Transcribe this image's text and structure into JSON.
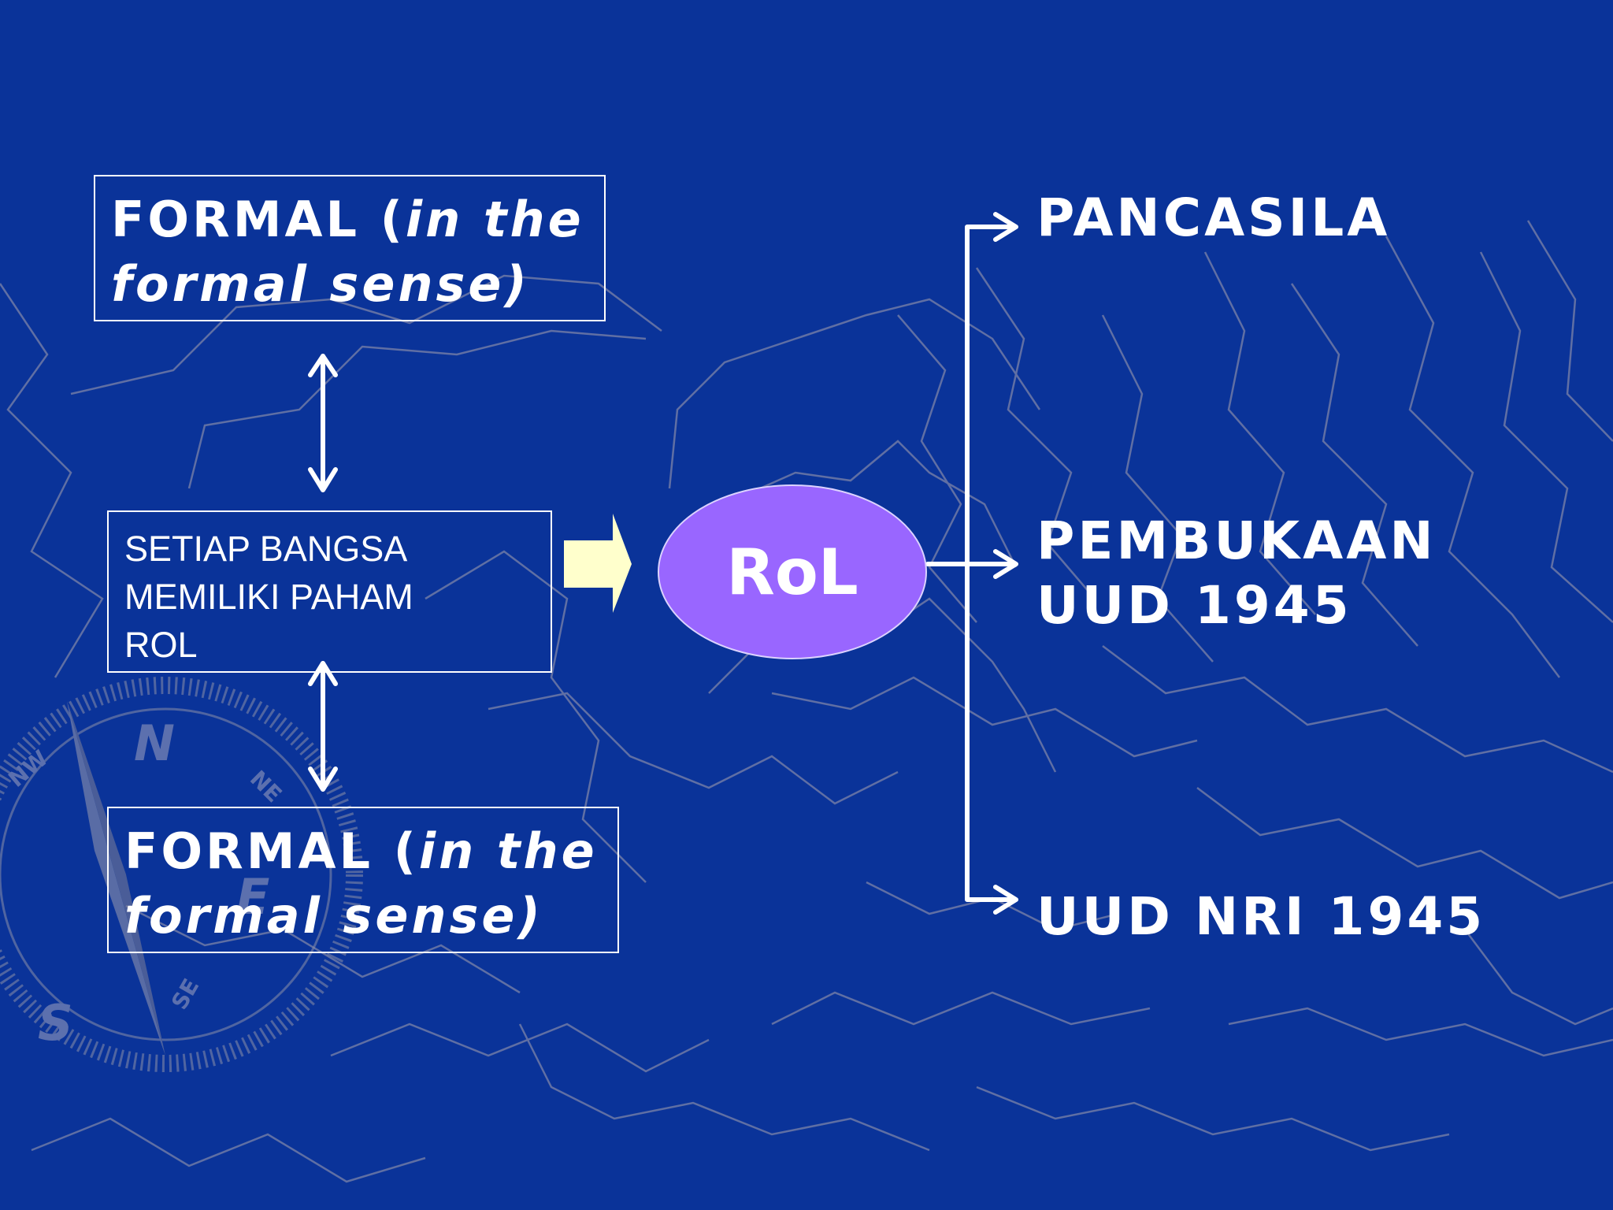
{
  "colors": {
    "background": "#0a3399",
    "contour_lines": "#6f7aa6",
    "ellipse_fill": "#9966ff",
    "block_arrow_fill": "#ffffcc",
    "text": "#ffffff"
  },
  "boxes": {
    "top": {
      "line1_normal": "FORMAL (",
      "line1_italic": "in the",
      "line2_italic": "formal sense)"
    },
    "middle": {
      "line1": "SETIAP BANGSA",
      "line2": "MEMILIKI PAHAM",
      "line3": "ROL"
    },
    "bottom": {
      "line1_normal": "FORMAL (",
      "line1_italic": "in the",
      "line2_italic": "formal sense)"
    }
  },
  "center": {
    "label": "RoL"
  },
  "branches": {
    "item1": "PANCASILA",
    "item2_line1": "PEMBUKAAN",
    "item2_line2": "UUD 1945",
    "item3": "UUD NRI 1945"
  },
  "compass": {
    "n": "N",
    "s": "S",
    "e": "E",
    "nw": "NW",
    "ne": "NE",
    "se": "SE"
  }
}
